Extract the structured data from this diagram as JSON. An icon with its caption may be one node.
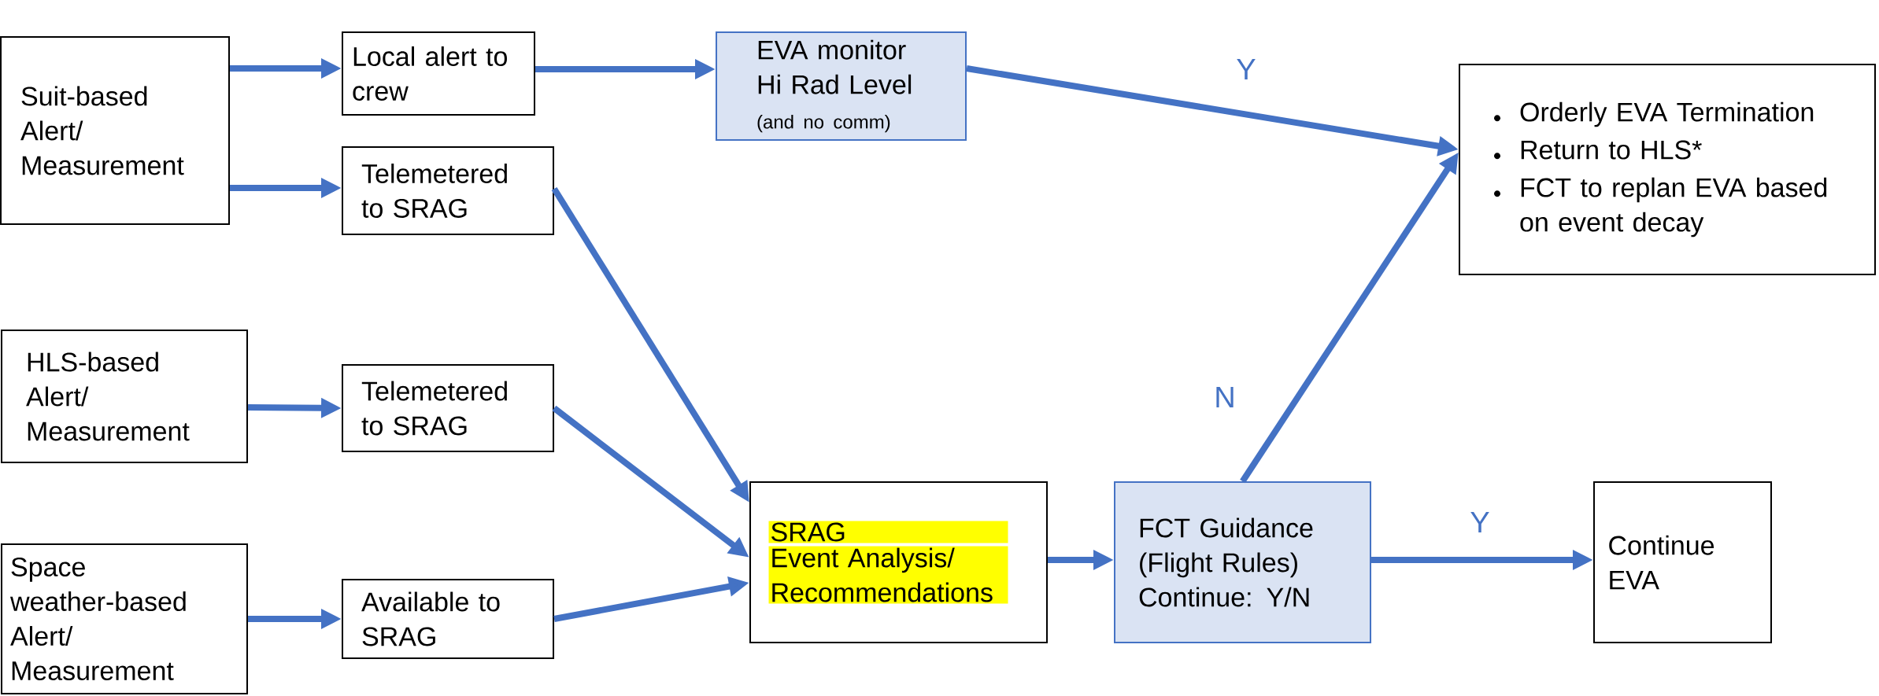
{
  "diagram": {
    "nodes": [
      {
        "text": [
          "Suit-based Alert/ Measurement"
        ]
      },
      {
        "text": [
          "Local alert to crew"
        ]
      },
      {
        "text": [
          "EVA monitor Hi Rad Level",
          "(and no comm)"
        ]
      },
      {
        "text": [
          "Orderly EVA Termination",
          "Return to HLS*",
          "FCT to replan EVA based on event decay"
        ]
      },
      {
        "text": [
          "Telemetered to SRAG"
        ]
      },
      {
        "text": [
          "HLS-based Alert/ Measurement"
        ]
      },
      {
        "text": [
          "Telemetered to SRAG"
        ]
      },
      {
        "text": [
          "SRAG",
          "Event Analysis/ Recommendations"
        ]
      },
      {
        "text": [
          "FCT Guidance (Flight Rules) Continue: Y/N"
        ]
      },
      {
        "text": [
          "Continue EVA"
        ]
      },
      {
        "text": [
          "Space weather-based Alert/ Measurement"
        ]
      },
      {
        "text": [
          "Available to SRAG"
        ]
      }
    ],
    "edges": [
      {
        "from": 0,
        "to": 1,
        "arrow": "to"
      },
      {
        "from": 1,
        "to": 2,
        "arrow": "to"
      },
      {
        "from": 2,
        "to": 3,
        "arrow": "to",
        "label": "Y"
      },
      {
        "from": 0,
        "to": 4,
        "arrow": "to"
      },
      {
        "from": 4,
        "to": 7,
        "arrow": "to"
      },
      {
        "from": 5,
        "to": 6,
        "arrow": "to"
      },
      {
        "from": 6,
        "to": 7,
        "arrow": "to"
      },
      {
        "from": 10,
        "to": 11,
        "arrow": "to"
      },
      {
        "from": 11,
        "to": 7,
        "arrow": "to"
      },
      {
        "from": 7,
        "to": 8,
        "arrow": "to"
      },
      {
        "from": 8,
        "to": 3,
        "arrow": "to",
        "label": "N"
      },
      {
        "from": 8,
        "to": 9,
        "arrow": "to",
        "label": "Y"
      }
    ]
  }
}
